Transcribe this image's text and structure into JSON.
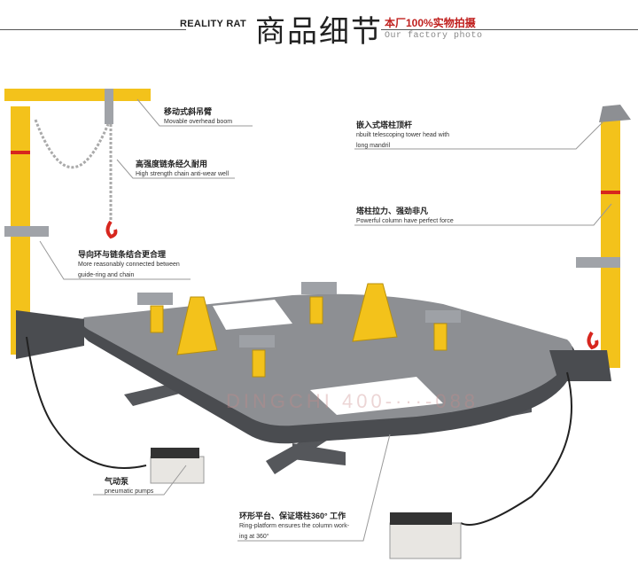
{
  "header": {
    "brand": "REALITY RAT",
    "title": "商品细节",
    "subtitle_cn": "本厂100%实物拍摄",
    "subtitle_en": "Our factory photo"
  },
  "callouts": [
    {
      "cn": "移动式斜吊臂",
      "en": [
        "Movable overhead boom"
      ]
    },
    {
      "cn": "高强度链条经久耐用",
      "en": [
        "High strength chain anti-wear well"
      ]
    },
    {
      "cn": "导向环与链条结合更合理",
      "en": [
        "More reasonably connected between",
        "guide-ring and chain"
      ]
    },
    {
      "cn": "嵌入式塔柱顶杆",
      "en": [
        "nbuilt telescoping tower head with",
        "long mandril"
      ]
    },
    {
      "cn": "塔柱拉力、强劲非凡",
      "en": [
        "Powerful column have perfect force"
      ]
    },
    {
      "cn": "气动泵",
      "en": [
        "pneumatic pumps"
      ]
    },
    {
      "cn": "环形平台、保证塔柱360° 工作",
      "en": [
        "Ring-platform ensures the column work-",
        "ing at 360°"
      ]
    }
  ],
  "watermark": "DINGCHI 400-···-088",
  "colors": {
    "accent": "#c0201e",
    "yellow": "#f3c21b",
    "platform": "#4a4c50"
  }
}
